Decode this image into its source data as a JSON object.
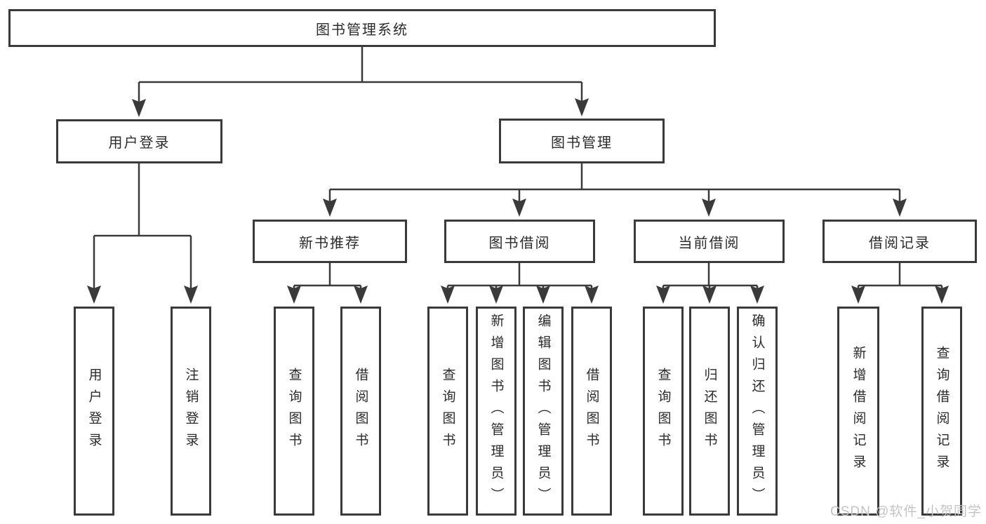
{
  "diagram": {
    "root": {
      "label": "图书管理系统"
    },
    "level2": [
      {
        "label": "用户登录"
      },
      {
        "label": "图书管理"
      }
    ],
    "level3": [
      {
        "label": "新书推荐"
      },
      {
        "label": "图书借阅"
      },
      {
        "label": "当前借阅"
      },
      {
        "label": "借阅记录"
      }
    ],
    "leaves": {
      "user_login": [
        {
          "label": "用户登录"
        },
        {
          "label": "注销登录"
        }
      ],
      "new_book": [
        {
          "label": "查询图书"
        },
        {
          "label": "借阅图书"
        }
      ],
      "book_borrow": [
        {
          "label": "查询图书"
        },
        {
          "label": "新增图书（管理员）"
        },
        {
          "label": "编辑图书（管理员）"
        },
        {
          "label": "借阅图书"
        }
      ],
      "current_borrow": [
        {
          "label": "查询图书"
        },
        {
          "label": "归还图书"
        },
        {
          "label": "确认归还（管理员）"
        }
      ],
      "borrow_records": [
        {
          "label": "新增借阅记录"
        },
        {
          "label": "查询借阅记录"
        }
      ]
    }
  },
  "watermark": {
    "text": "CSDN @软件_小贺同学"
  },
  "colors": {
    "line": "#3a3a3a",
    "text": "#2b2b2b",
    "background": "#ffffff",
    "watermark": "#c4c4c4"
  }
}
